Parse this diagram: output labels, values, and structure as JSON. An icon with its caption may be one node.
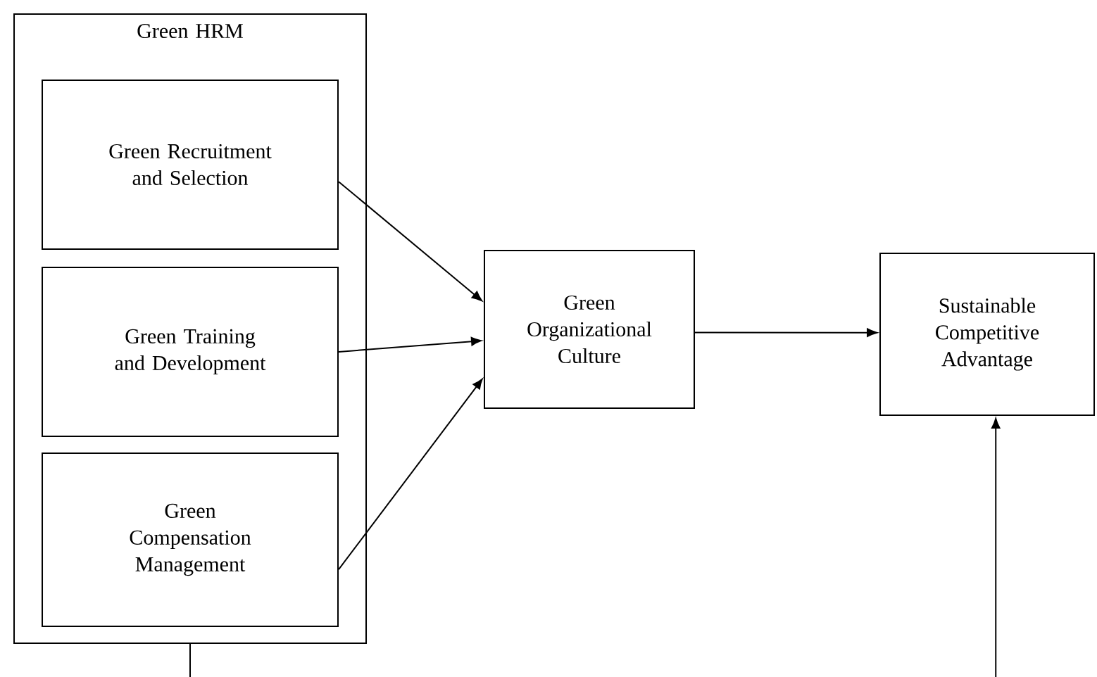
{
  "diagram": {
    "nodes": [
      {
        "text": [
          "Green HRM"
        ]
      },
      {
        "text": [
          "Green Recruitment and Selection"
        ],
        "in": 0
      },
      {
        "text": [
          "Green Training and Development"
        ],
        "in": 0
      },
      {
        "text": [
          "Green Compensation Management"
        ],
        "in": 0
      },
      {
        "text": [
          "Green Organizational Culture"
        ]
      },
      {
        "text": [
          "Sustainable Competitive Advantage"
        ]
      }
    ],
    "edges": [
      {
        "from": 1,
        "to": 4,
        "arrow": "to"
      },
      {
        "from": 2,
        "to": 4,
        "arrow": "to"
      },
      {
        "from": 3,
        "to": 4,
        "arrow": "to"
      },
      {
        "from": 4,
        "to": 5,
        "arrow": "to"
      },
      {
        "from": 0,
        "to": null,
        "arrow": "none"
      },
      {
        "from": null,
        "to": 5,
        "arrow": "to"
      }
    ]
  }
}
